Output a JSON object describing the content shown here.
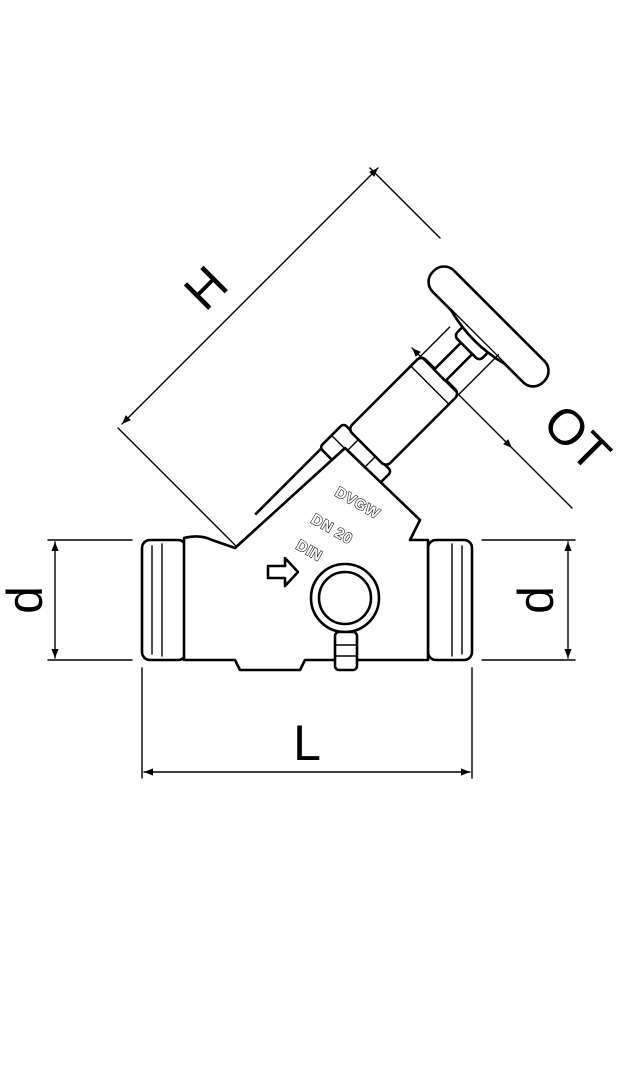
{
  "dimensions": {
    "height_label": "H",
    "length_label": "L",
    "diameter_left_label": "d",
    "diameter_right_label": "d",
    "outlet_label": "OT"
  },
  "body_markings": {
    "line1": "DVGW",
    "line2": "DN 20",
    "line3": "DIN"
  }
}
